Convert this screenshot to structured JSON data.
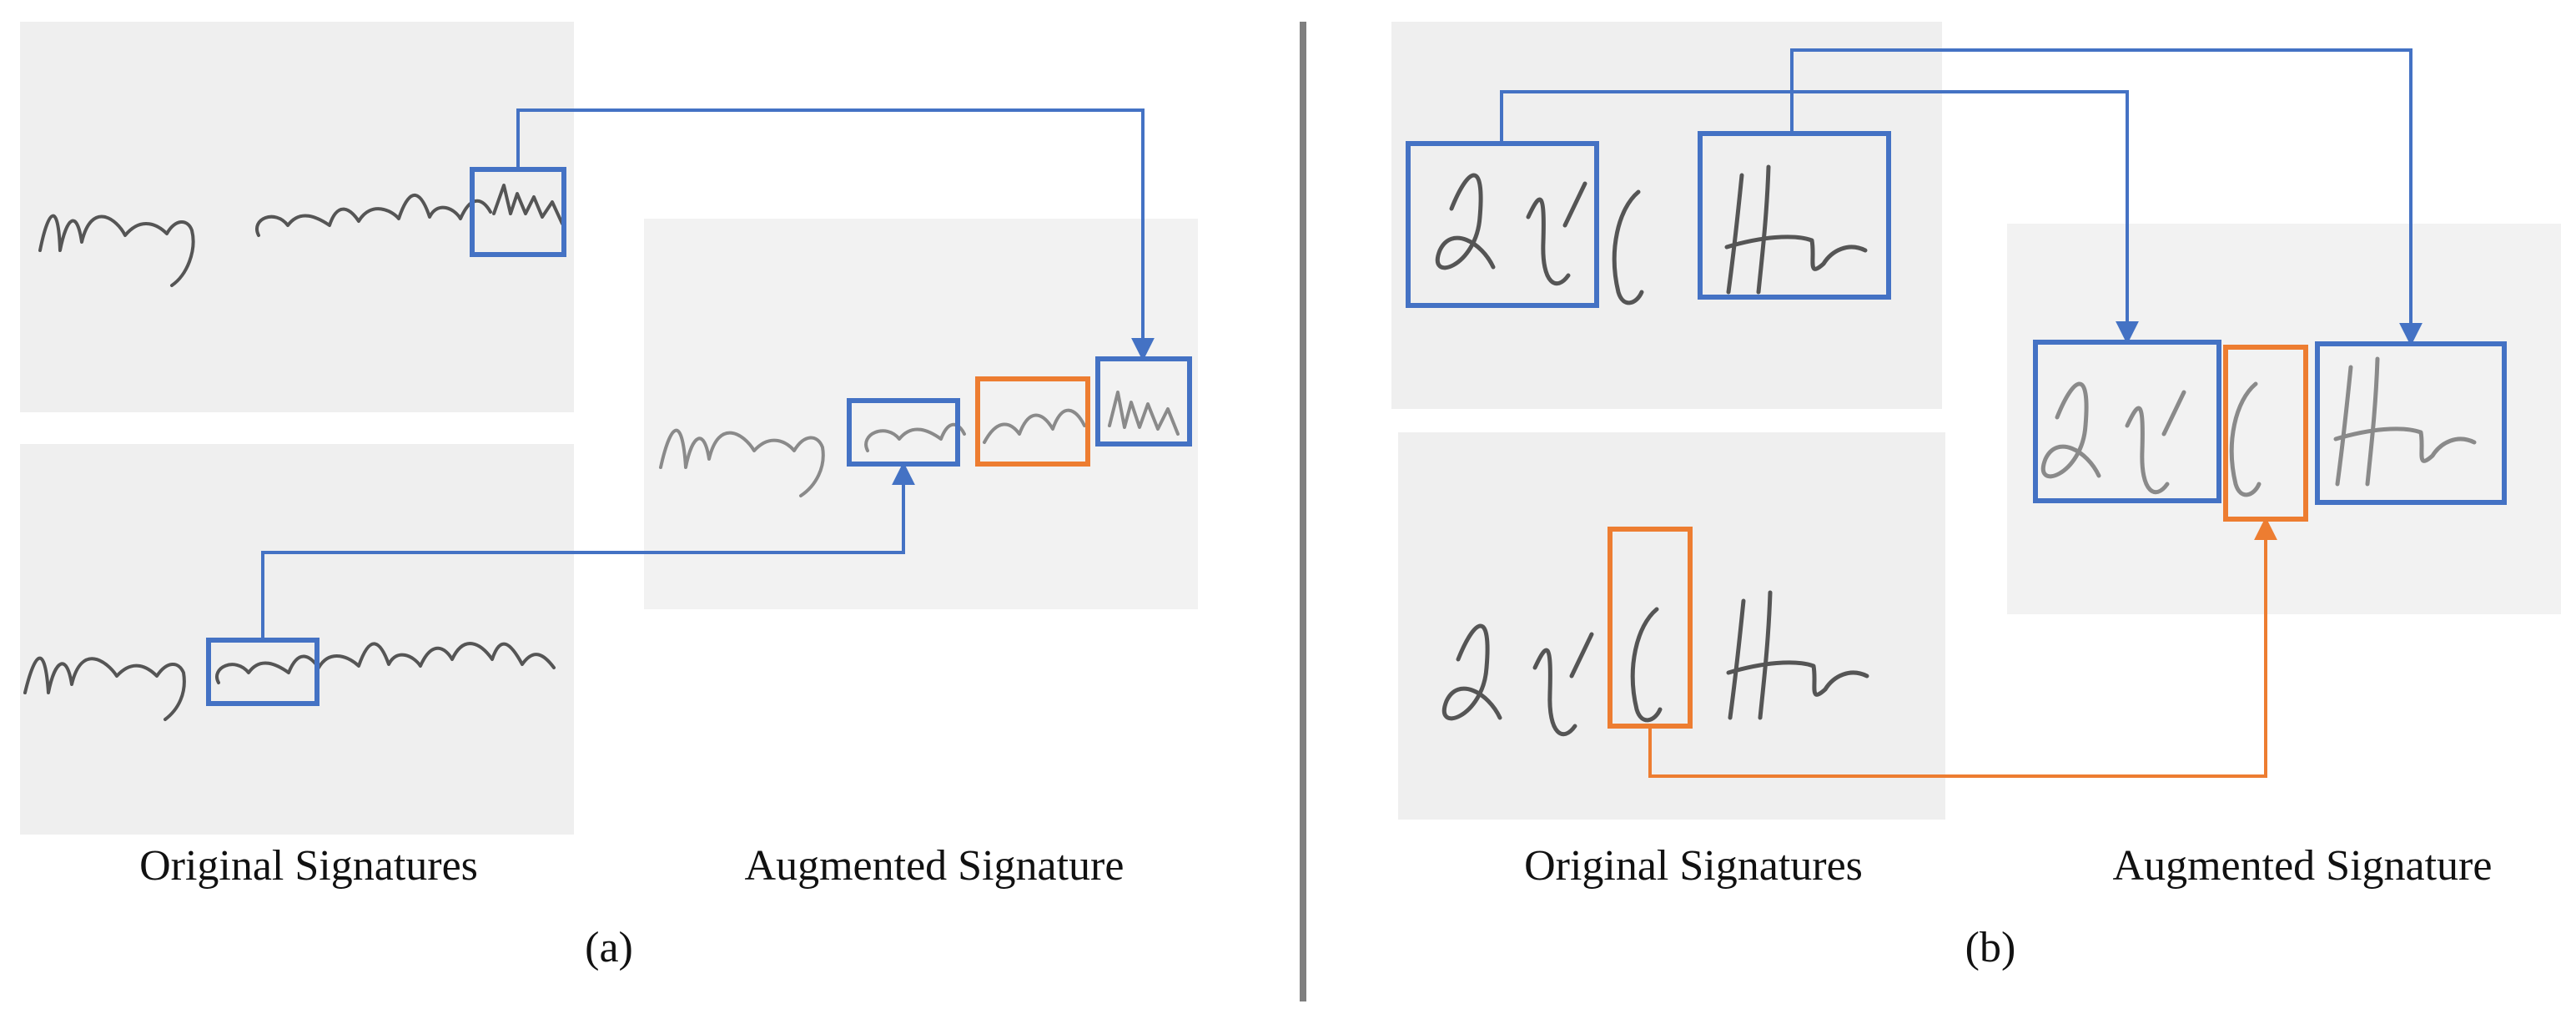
{
  "panel_a": {
    "label": "(a)",
    "caption_original": "Original Signatures",
    "caption_augmented": "Augmented Signature"
  },
  "panel_b": {
    "label": "(b)",
    "caption_original": "Original Signatures",
    "caption_augmented": "Augmented Signature"
  },
  "colors": {
    "highlight_blue": "#4472c4",
    "highlight_orange": "#ed7d31",
    "divider": "#7f7f7f",
    "signature_ink": "#555555",
    "paper": "#efefef"
  }
}
